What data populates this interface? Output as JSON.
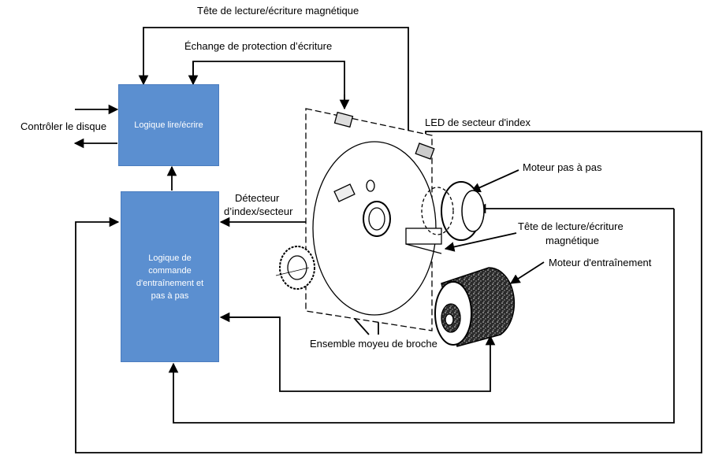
{
  "blocks": {
    "read_write_logic": "Logique lire/écrire",
    "drive_logic": "Logique de\ncommande\nd'entraînement et\npas à pas"
  },
  "labels": {
    "head_top": "Tête de lecture/écriture magnétique",
    "write_protect": "Échange de protection d’écriture",
    "disk_control": "Contrôler le disque",
    "index_led": "LED de secteur d'index",
    "stepper_motor": "Moteur pas à pas",
    "index_detector_l1": "Détecteur",
    "index_detector_l2": "d’index/secteur",
    "head_right_l1": "Tête de lecture/écriture",
    "head_right_l2": "magnétique",
    "drive_motor": "Moteur d'entraînement",
    "spindle_hub": "Ensemble moyeu de broche"
  },
  "colors": {
    "block_fill": "#5b8fd0",
    "block_text": "#ffffff",
    "line": "#000000"
  }
}
